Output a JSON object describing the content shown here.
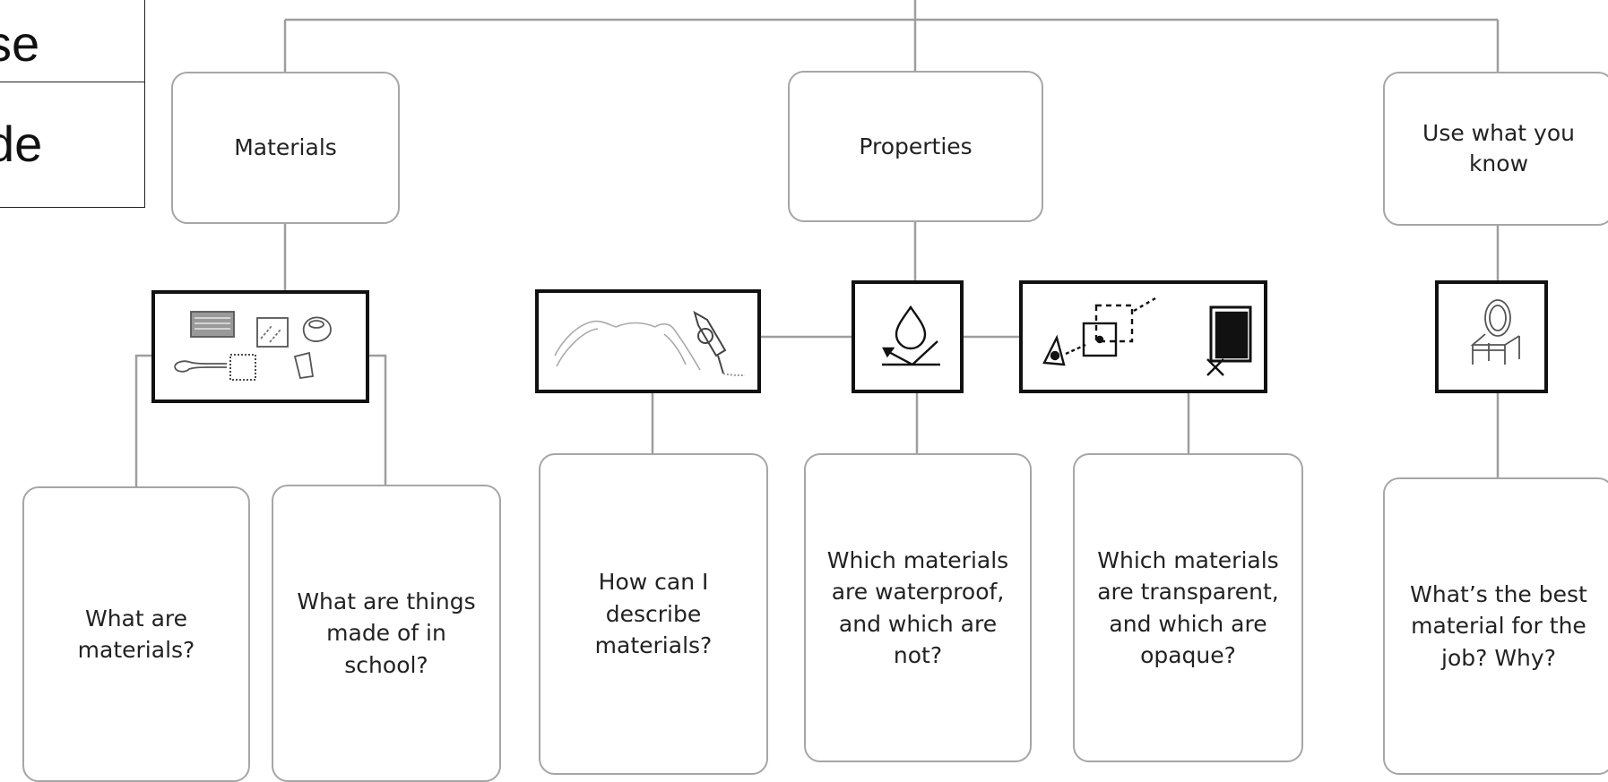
{
  "corner_text": {
    "line1": "se",
    "line2": "de"
  },
  "headings": {
    "materials": "Materials",
    "properties": "Properties",
    "use_what_you_know": "Use what you know"
  },
  "questions": {
    "what_are_materials": "What are materials?",
    "what_are_things_made_of": "What are things made of in school?",
    "how_describe": "How can I describe materials?",
    "waterproof": "Which materials are waterproof, and which are not?",
    "transparent": "Which materials are transparent, and which are opaque?",
    "best_material": "What’s the best material for the job? Why?"
  },
  "icons": {
    "materials_collection": "materials-collection-icon",
    "stretch_and_bend": "stretch-bend-icon",
    "waterproof_drop": "water-drop-icon",
    "transparency": "transparency-icon",
    "chair": "chair-icon"
  },
  "colors": {
    "box_border": "#a6a6a6",
    "connector": "#9e9e9e",
    "icon_border": "#111111"
  }
}
